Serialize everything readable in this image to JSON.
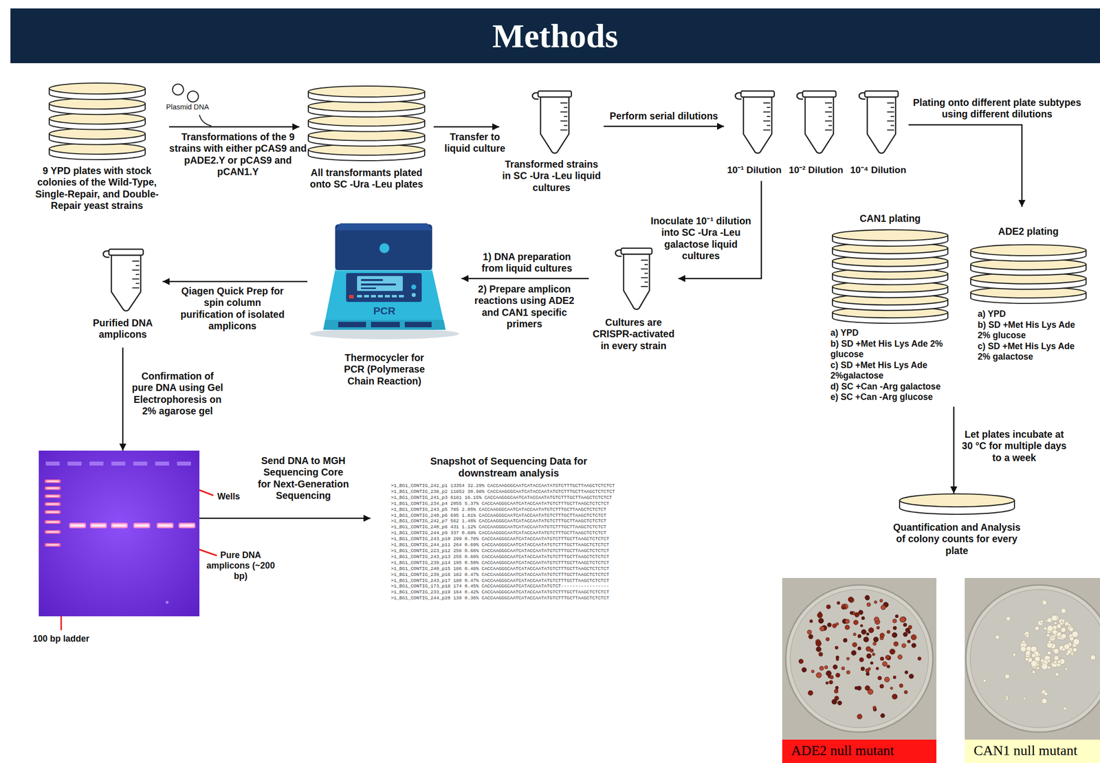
{
  "diagram": {
    "title": "Methods",
    "nodes": [
      {
        "text": [
          "9 YPD plates with stock colonies of the Wild-Type, Single-Repair, and Double-Repair yeast strains"
        ]
      },
      {
        "text": [
          "All transformants plated onto SC -Ura -Leu plates"
        ]
      },
      {
        "text": [
          "Transformed strains in SC -Ura -Leu liquid cultures"
        ]
      },
      {
        "text": [
          "10⁻¹ Dilution"
        ]
      },
      {
        "text": [
          "10⁻² Dilution"
        ]
      },
      {
        "text": [
          "10⁻⁴ Dilution"
        ]
      },
      {
        "text": [
          "CAN1 plating",
          "a) YPD",
          "b) SD +Met His Lys Ade 2% glucose",
          "c) SD +Met His Lys Ade 2%galactose",
          "d) SC +Can -Arg galactose",
          "e) SC +Can -Arg glucose"
        ]
      },
      {
        "text": [
          "ADE2 plating",
          "a) YPD",
          "b) SD +Met His Lys Ade 2% glucose",
          "c) SD +Met His Lys Ade 2% galactose"
        ]
      },
      {
        "text": [
          "Cultures are CRISPR-activated in every strain"
        ]
      },
      {
        "text": [
          "PCR",
          "Thermocycler for PCR (Polymerase Chain Reaction)"
        ]
      },
      {
        "text": [
          "Purified DNA amplicons"
        ]
      },
      {
        "text": [
          "Wells",
          "Pure DNA amplicons (~200 bp)",
          "100 bp ladder"
        ]
      },
      {
        "text": [
          "Snapshot of Sequencing Data for downstream analysis",
          ">1_BG1_CONTIG_242_p1 13354 32.29% CACCAAGGGCAATCATACCAATATGTCTTTGCTTAAGCTCTCTCT",
          ">1_BG1_CONTIG_238_p2 11852 30.98% CACCAAGGGCAATCATACCAATATGTCTTTGCTTAAGCTCTCTCT",
          ">1_BG1_CONTIG_241_p3 6181 16.15% CACCAAGGGCAATCATACCAATATGTCTTTGCTTAAGCTCTCTCT",
          ">1_BG1_CONTIG_234_p4 2055 5.37% CACCAAGGGCAATCATACCAATATGTCTTTGCTTAAGCTCTCTCT",
          ">1_BG1_CONTIG_243_p5 785 2.05% CACCAAGGGCAATCATACCAATATGTCTTTGCTTAAGCTCTCTCT",
          ">1_BG1_CONTIG_240_p6 695 1.81% CACCAAGGGCAATCATACCAATATGTCTTTGCTTAAGCTCTCTCT",
          ">1_BG1_CONTIG_242_p7 562 1.46% CACCAAGGGCAATCATACCAATATGTCTTTGCTTAAGCTCTCTCT",
          ">1_BG1_CONTIG_240_p8 431 1.12% CACCAAGGGCAATCATACCAATATGTCTTTGCTTAAGCTCTCTCT",
          ">1_BG1_CONTIG_244_p9 337 0.88% CACCAAGGGCAATCATACCAATATGTCTTTGCTTAAGCTCTCTCT",
          ">1_BG1_CONTIG_243_p10 299 0.78% CACCAAGGGCAATCATACCAATATGTCTTTGCTTAAGCTCTCTCT",
          ">1_BG1_CONTIG_244_p11 264 0.69% CACCAAGGGCAATCATACCAATATGTCTTTGCTTAAGCTCTCTCT",
          ">1_BG1_CONTIG_223_p12 256 0.66% CACCAAGGGCAATCATACCAATATGTCTTTGCTTAAGCTCTCTCT",
          ">1_BG1_CONTIG_243_p13 255 0.66% CACCAAGGGCAATCATACCAATATGTCTTTGCTTAAGCTCTCTCT",
          ">1_BG1_CONTIG_239_p14 195 0.50% CACCAAGGGCAATCATACCAATATGTCTTTGCTTAAGCTCTCTCT",
          ">1_BG1_CONTIG_240_p15 186 0.48% CACCAAGGGCAATCATACCAATATGTCTTTGCTTAAGCTCTCTCT",
          ">1_BG1_CONTIG_239_p16 182 0.47% CACCAAGGGCAATCATACCAATATGTCTTTGCTTAAGCTCTCTCT",
          ">1_BG1_CONTIG_243_p17 180 0.47% CACCAAGGGCAATCATACCAATATGTCTTTGCTTAAGCTCTCTCT",
          ">1_BG1_CONTIG_173_p18 174 0.45% CACCAAGGGCAATCATACCAATATGTCT-----------------",
          ">1_BG1_CONTIG_233_p19 164 0.42% CACCAAGGGCAATCATACCAATATGTCTTTGCTTAAGCTCTCTCT",
          ">1_BG1_CONTIG_244_p20 139 0.36% CACCAAGGGCAATCATACCAATATGTCTTTGCTTAAGCTCTCTCT"
        ]
      },
      {
        "text": [
          "Quantification and Analysis of colony counts for every plate"
        ]
      },
      {
        "text": [
          "ADE2 null mutant"
        ]
      },
      {
        "text": [
          "CAN1 null mutant"
        ]
      }
    ],
    "edges": [
      {
        "from": 0,
        "to": 1,
        "arrow": "to",
        "label": "Transformations of the 9 strains with either pCAS9 and pADE2.Y or pCAS9 and pCAN1.Y"
      },
      {
        "from": 1,
        "to": 2,
        "arrow": "to",
        "label": "Transfer to liquid culture"
      },
      {
        "from": 2,
        "to": 3,
        "arrow": "to",
        "label": "Perform serial dilutions"
      },
      {
        "from": 5,
        "to": 7,
        "arrow": "to",
        "label": "Plating onto different plate subtypes using different dilutions"
      },
      {
        "from": 3,
        "to": 8,
        "arrow": "to",
        "label": "Inoculate 10⁻¹ dilution into SC -Ura -Leu galactose liquid cultures"
      },
      {
        "from": 8,
        "to": 9,
        "arrow": "to",
        "label": "1) DNA preparation from liquid cultures"
      },
      {
        "from": 9,
        "to": 10,
        "arrow": "to",
        "label": "Qiagen Quick Prep for spin column purification of isolated amplicons"
      },
      {
        "from": 10,
        "to": 11,
        "arrow": "to",
        "label": "Confirmation of pure DNA using Gel Electrophoresis on 2% agarose gel"
      },
      {
        "from": 11,
        "to": 12,
        "arrow": "to",
        "label": "Send DNA to MGH Sequencing Core for Next-Generation Sequencing"
      },
      {
        "from": 6,
        "to": 13,
        "arrow": "to",
        "label": "Let plates incubate at 30 °C for multiple days to a week"
      }
    ],
    "labels": [
      "Plasmid DNA",
      "2) Prepare amplicon reactions using ADE2 and CAN1 specific primers"
    ]
  }
}
